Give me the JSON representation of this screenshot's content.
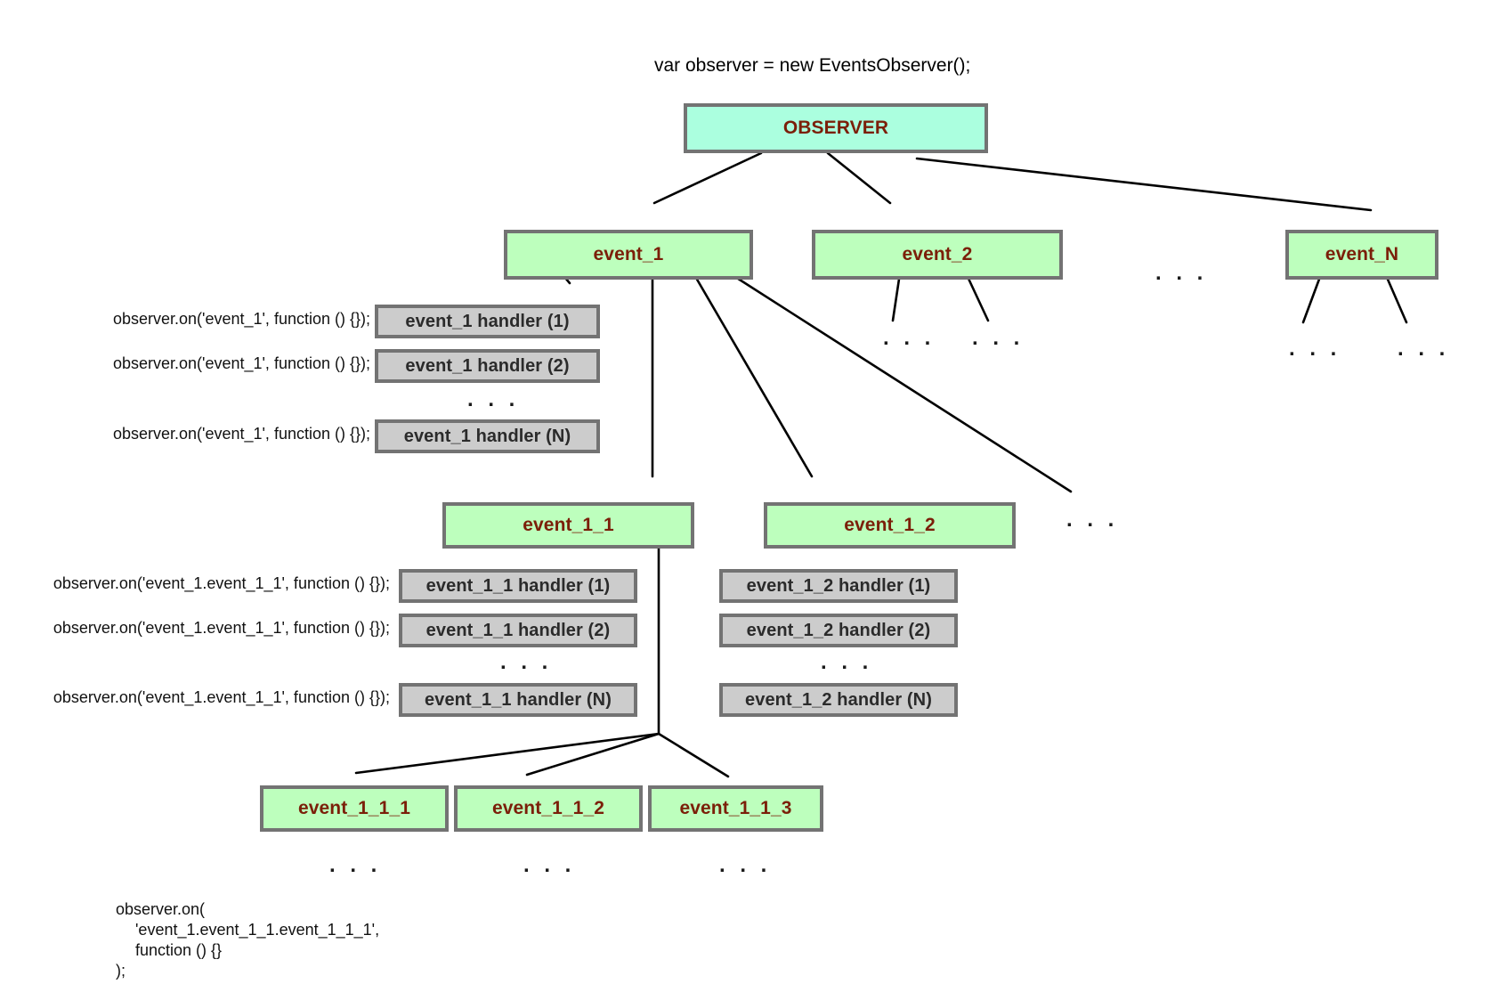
{
  "diagram": {
    "title_caption": "var observer = new EventsObserver();",
    "colors": {
      "observer_fill": "#abffdf",
      "event_fill": "#bdffbd",
      "handler_fill": "#cccccc",
      "node_border": "#737373",
      "node_text": "#7b1f09",
      "handler_text": "#2b2b2b",
      "edge": "#000000"
    },
    "ellipsis": ". . ."
  },
  "nodes": {
    "observer": {
      "label": "OBSERVER"
    },
    "events_level1": [
      {
        "label": "event_1"
      },
      {
        "label": "event_2"
      },
      {
        "label": "event_N"
      }
    ],
    "events_level2": [
      {
        "label": "event_1_1"
      },
      {
        "label": "event_1_2"
      }
    ],
    "events_level3": [
      {
        "label": "event_1_1_1"
      },
      {
        "label": "event_1_1_2"
      },
      {
        "label": "event_1_1_3"
      }
    ]
  },
  "handlers": {
    "event_1": [
      {
        "box": "event_1 handler (1)",
        "code": "observer.on('event_1', function () {});"
      },
      {
        "box": "event_1 handler (2)",
        "code": "observer.on('event_1', function () {});"
      },
      {
        "box": "event_1 handler (N)",
        "code": "observer.on('event_1', function () {});"
      }
    ],
    "event_1_1": [
      {
        "box": "event_1_1 handler (1)",
        "code": "observer.on('event_1.event_1_1', function () {});"
      },
      {
        "box": "event_1_1 handler (2)",
        "code": "observer.on('event_1.event_1_1', function () {});"
      },
      {
        "box": "event_1_1 handler (N)",
        "code": "observer.on('event_1.event_1_1', function () {});"
      }
    ],
    "event_1_2": [
      {
        "box": "event_1_2 handler (1)",
        "code": ""
      },
      {
        "box": "event_1_2 handler (2)",
        "code": ""
      },
      {
        "box": "event_1_2 handler (N)",
        "code": ""
      }
    ]
  },
  "code_snippet": {
    "line1": "observer.on(",
    "line2": "'event_1.event_1_1.event_1_1_1',",
    "line3": "function () {}",
    "line4": ");"
  }
}
